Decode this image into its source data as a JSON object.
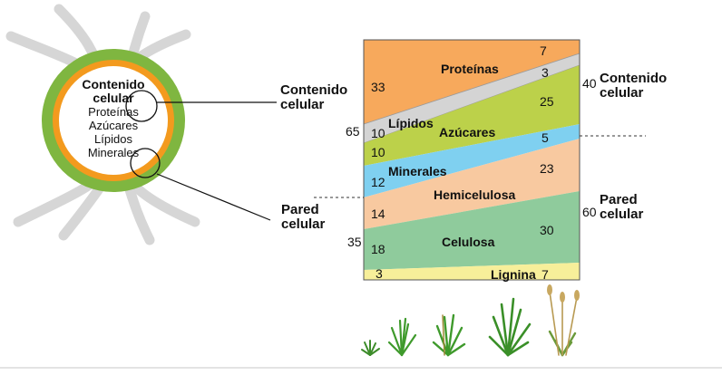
{
  "cell": {
    "title_line1": "Contenido",
    "title_line2": "celular",
    "items": [
      "Proteínas",
      "Azúcares",
      "Lípidos",
      "Minerales"
    ]
  },
  "left_labels": {
    "contenido_line1": "Contenido",
    "contenido_line2": "celular",
    "contenido_value": "65",
    "pared_line1": "Pared",
    "pared_line2": "celular",
    "pared_value": "35"
  },
  "right_labels": {
    "contenido_value": "40",
    "contenido_line1": "Contenido",
    "contenido_line2": "celular",
    "pared_value": "60",
    "pared_line1": "Pared",
    "pared_line2": "celular"
  },
  "layers": [
    {
      "name": "Proteínas",
      "left": "33",
      "right": "7",
      "color": "#f7a95c"
    },
    {
      "name": "Lípidos",
      "left": "10",
      "right": "3",
      "color": "#d4d4d4"
    },
    {
      "name": "Azúcares",
      "left": "10",
      "right": "25",
      "color": "#bcd14a"
    },
    {
      "name": "Minerales",
      "left": "12",
      "right": "5",
      "color": "#7fd0f0"
    },
    {
      "name": "Hemicelulosa",
      "left": "14",
      "right": "23",
      "color": "#f8c9a0"
    },
    {
      "name": "Celulosa",
      "left": "18",
      "right": "30",
      "color": "#8fcb9c"
    },
    {
      "name": "Lignina",
      "left": "3",
      "right": "7",
      "color": "#f7ef9a"
    }
  ],
  "colors": {
    "cell_outer": "#7fb640",
    "cell_inner": "#f39a1e",
    "cell_bg": "#d9d9d9"
  },
  "icons": [
    "grass-seedling-icon",
    "grass-young-icon",
    "grass-growing-icon",
    "grass-mature-icon",
    "grass-flowering-icon"
  ]
}
